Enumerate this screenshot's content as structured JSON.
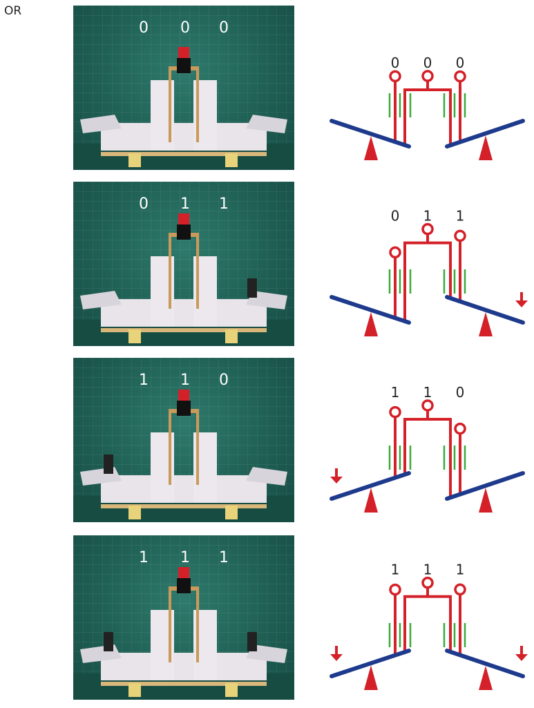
{
  "or_label": "OR",
  "colors": {
    "rod": "#d42028",
    "seesaw": "#1e3a8c",
    "guide": "#3aaa3a",
    "digit": "#222222",
    "photo_bg": "#1e5d52"
  },
  "rows": [
    {
      "digits": [
        "0",
        "0",
        "0"
      ],
      "left_seesaw_down": "inner",
      "right_seesaw_down": "inner",
      "arrow_left": false,
      "arrow_right": false
    },
    {
      "digits": [
        "0",
        "1",
        "1"
      ],
      "left_seesaw_down": "inner",
      "right_seesaw_down": "outer",
      "arrow_left": false,
      "arrow_right": true
    },
    {
      "digits": [
        "1",
        "1",
        "0"
      ],
      "left_seesaw_down": "outer",
      "right_seesaw_down": "inner",
      "arrow_left": true,
      "arrow_right": false
    },
    {
      "digits": [
        "1",
        "1",
        "1"
      ],
      "left_seesaw_down": "outer",
      "right_seesaw_down": "outer",
      "arrow_left": true,
      "arrow_right": true
    }
  ]
}
